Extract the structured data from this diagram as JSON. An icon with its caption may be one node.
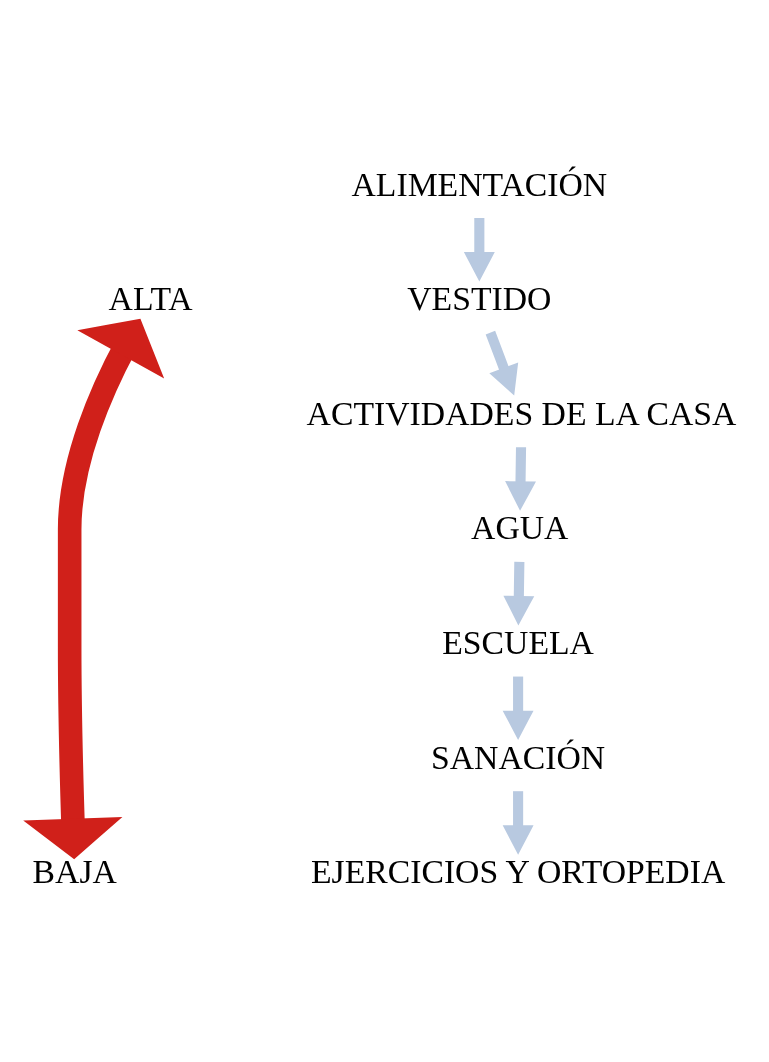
{
  "diagram": {
    "nodes": [
      {
        "text": [
          "ALIMENTACIÓN"
        ]
      },
      {
        "text": [
          "VESTIDO"
        ]
      },
      {
        "text": [
          "ACTIVIDADES DE LA CASA"
        ]
      },
      {
        "text": [
          "AGUA"
        ]
      },
      {
        "text": [
          "ESCUELA"
        ]
      },
      {
        "text": [
          "SANACIÓN"
        ]
      },
      {
        "text": [
          "EJERCICIOS Y ORTOPEDIA"
        ]
      },
      {
        "text": [
          "ALTA"
        ]
      },
      {
        "text": [
          "BAJA"
        ]
      }
    ],
    "edges": [
      {
        "from": 0,
        "to": 1,
        "arrow": "to",
        "color": "#b8c9e0"
      },
      {
        "from": 1,
        "to": 2,
        "arrow": "to",
        "color": "#b8c9e0"
      },
      {
        "from": 2,
        "to": 3,
        "arrow": "to",
        "color": "#b8c9e0"
      },
      {
        "from": 3,
        "to": 4,
        "arrow": "to",
        "color": "#b8c9e0"
      },
      {
        "from": 4,
        "to": 5,
        "arrow": "to",
        "color": "#b8c9e0"
      },
      {
        "from": 5,
        "to": 6,
        "arrow": "to",
        "color": "#b8c9e0"
      },
      {
        "from": 7,
        "to": 8,
        "arrow": "both",
        "style": "thick",
        "color": "#d0201a"
      }
    ]
  }
}
